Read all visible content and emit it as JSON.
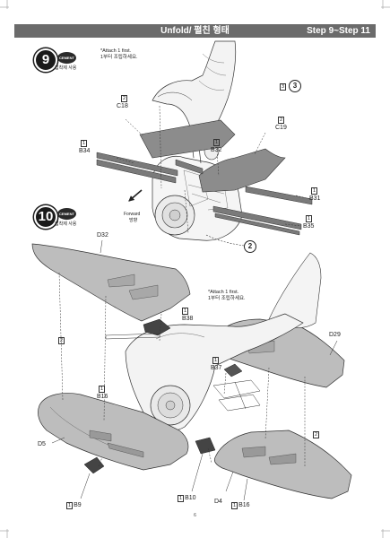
{
  "header": {
    "title": "Unfold/ 펼친 형태",
    "steps": "Step 9~Step 11"
  },
  "step9": {
    "number": "9",
    "cement": "CEMENT",
    "cement_ko": "접착제 사용",
    "note_en": "*Attach 1 first.",
    "note_ko": "1부터 조립하세요."
  },
  "step10": {
    "number": "10",
    "cement": "CEMENT",
    "cement_ko": "접착제 사용",
    "note_en": "*Attach 1 first.",
    "note_ko": "1부터 조립하세요."
  },
  "forward": {
    "en": "Forward",
    "ko": "방향"
  },
  "labels": {
    "c18_num": "2",
    "c18": "C18",
    "c19_num": "2",
    "c19": "C19",
    "b34_num": "1",
    "b34": "B34",
    "b32_num": "1",
    "b32": "B32",
    "b31_num": "1",
    "b31": "B31",
    "b35_num": "1",
    "b35": "B35",
    "ref3_num": "3",
    "ref3": "3",
    "ref2": "2",
    "d32": "D32",
    "d29": "D29",
    "d5": "D5",
    "d4": "D4",
    "b38_num": "1",
    "b38": "B38",
    "b37_num": "1",
    "b37": "B37",
    "b16a_num": "1",
    "b16a": "B16",
    "b16b_num": "1",
    "b16b": "B16",
    "b9_num": "1",
    "b9": "B9",
    "b10_num": "1",
    "b10": "B10",
    "two_left": "2",
    "two_right": "2"
  },
  "page_number": "6"
}
